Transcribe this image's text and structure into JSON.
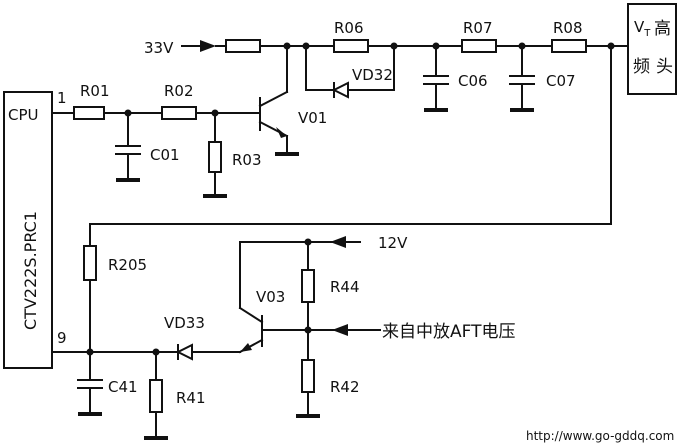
{
  "labels": {
    "supply_33v": "33V",
    "supply_12v": "12V",
    "cpu": "CPU",
    "chip": "CTV222S.PRC1",
    "pin1": "1",
    "pin9": "9",
    "r01": "R01",
    "r02": "R02",
    "r03": "R03",
    "r06": "R06",
    "r07": "R07",
    "r08": "R08",
    "r205": "R205",
    "r41": "R41",
    "r42": "R42",
    "r44": "R44",
    "c01": "C01",
    "c06": "C06",
    "c07": "C07",
    "c41": "C41",
    "vd32": "VD32",
    "vd33": "VD33",
    "v01": "V01",
    "v03": "V03",
    "tuner_v": "V",
    "tuner_sub": "T",
    "tuner_l1": "高",
    "tuner_l2": "频头",
    "aft_in": "来自中放AFT电压",
    "website": "http://www.go-gddq.com"
  }
}
